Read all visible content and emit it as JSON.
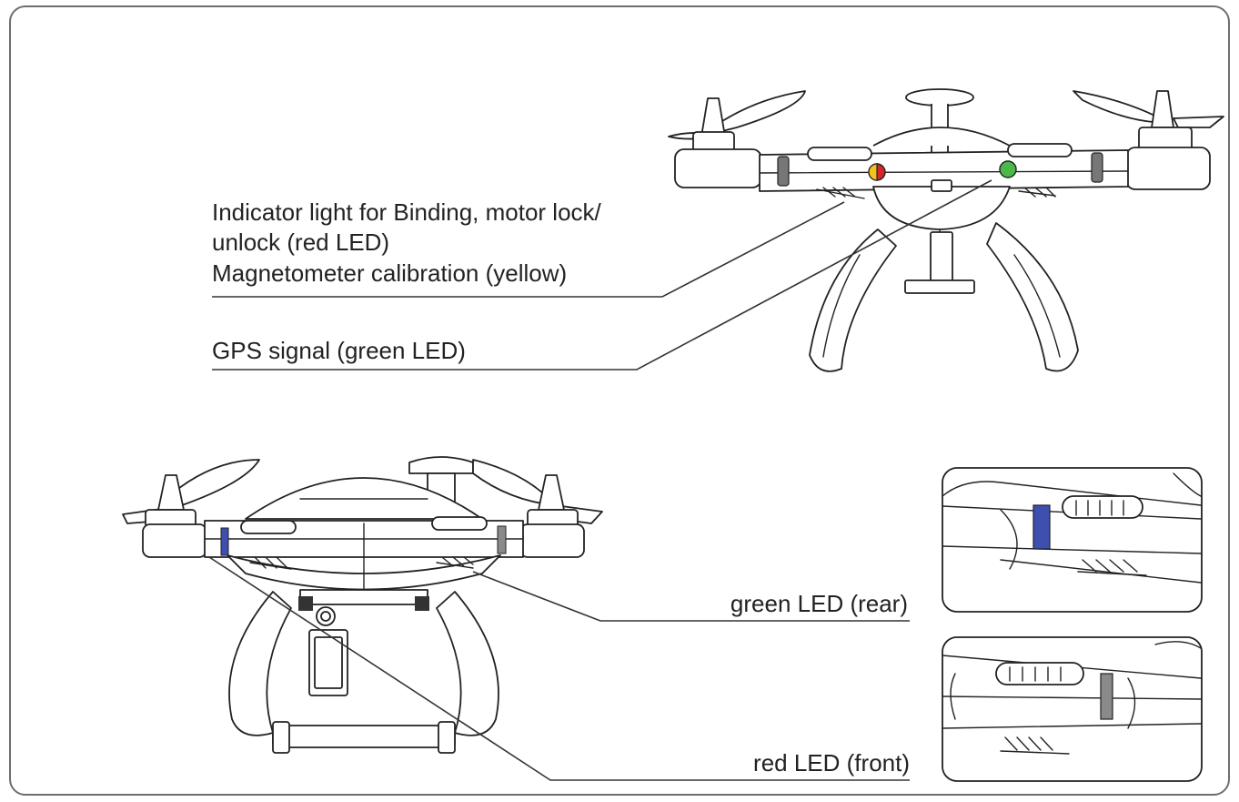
{
  "labels": {
    "binding_line1": "Indicator light for Binding, motor lock/",
    "binding_line2": "unlock (red LED)",
    "magnetometer": "Magnetometer calibration (yellow)",
    "gps": "GPS signal (green LED)",
    "green_rear": "green LED (rear)",
    "red_front": "red LED (front)"
  },
  "colors": {
    "led_red": "#d7262b",
    "led_yellow": "#f2c31b",
    "led_green": "#4cb849",
    "led_blue": "#3e4fb0",
    "led_grey": "#8a8a8a"
  }
}
